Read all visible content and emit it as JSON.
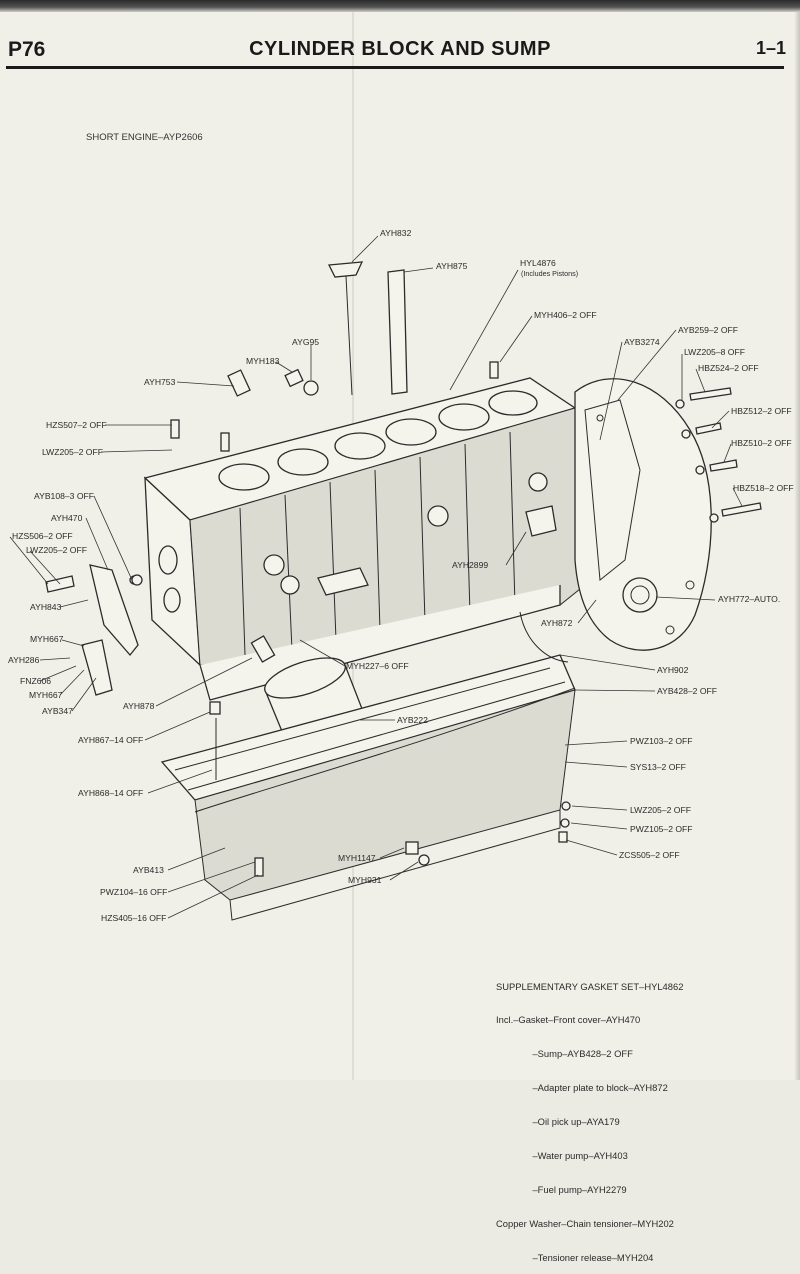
{
  "header": {
    "page_ref": "P76",
    "title": "CYLINDER BLOCK AND SUMP",
    "section": "1–1"
  },
  "subtitle": "SHORT ENGINE–AYP2606",
  "callouts": {
    "ayh832": "AYH832",
    "ayh875": "AYH875",
    "hyl4876": "HYL4876",
    "hyl4876_note": "(Includes Pistons)",
    "myh406": "MYH406–2 OFF",
    "ayb259": "AYB259–2 OFF",
    "ayb3274": "AYB3274",
    "lwz205_8": "LWZ205–8 OFF",
    "hbz524": "HBZ524–2 OFF",
    "hbz512": "HBZ512–2 OFF",
    "hbz510": "HBZ510–2 OFF",
    "hbz518": "HBZ518–2 OFF",
    "ayg95": "AYG95",
    "myh183": "MYH183",
    "ayh753": "AYH753",
    "hzs507": "HZS507–2 OFF",
    "lwz205_top": "LWZ205–2 OFF",
    "ayb108": "AYB108–3 OFF",
    "ayh470": "AYH470",
    "hzs506": "HZS506–2 OFF",
    "lwz205_left": "LWZ205–2 OFF",
    "ayh843": "AYH843",
    "ayh2899": "AYH2899",
    "ayh772": "AYH772–AUTO.",
    "ayh872": "AYH872",
    "myh667_a": "MYH667",
    "ayh286": "AYH286",
    "fnz606": "FNZ606",
    "myh667_b": "MYH667",
    "ayb347": "AYB347",
    "myh227": "MYH227–6 OFF",
    "ayh902": "AYH902",
    "ayh878": "AYH878",
    "ayb428": "AYB428–2 OFF",
    "ayb222": "AYB222",
    "ayh867": "AYH867–14 OFF",
    "pwz103": "PWZ103–2 OFF",
    "sys13": "SYS13–2 OFF",
    "ayh868": "AYH868–14 OFF",
    "lwz205_bottom": "LWZ205–2 OFF",
    "pwz105": "PWZ105–2 OFF",
    "zcs505": "ZCS505–2 OFF",
    "myh1147": "MYH1147",
    "ayb413": "AYB413",
    "myh931": "MYH931",
    "pwz104": "PWZ104–16 OFF",
    "hzs405": "HZS405–16 OFF"
  },
  "gasket_set": {
    "title": "SUPPLEMENTARY GASKET SET–HYL4862",
    "lines": [
      "Incl.–Gasket–Front cover–AYH470",
      "              –Sump–AYB428–2 OFF",
      "              –Adapter plate to block–AYH872",
      "              –Oil pick up–AYA179",
      "              –Water pump–AYH403",
      "              –Fuel pump–AYH2279",
      "Copper Washer–Chain tensioner–MYH202",
      "              –Tensioner release–MYH204"
    ]
  }
}
